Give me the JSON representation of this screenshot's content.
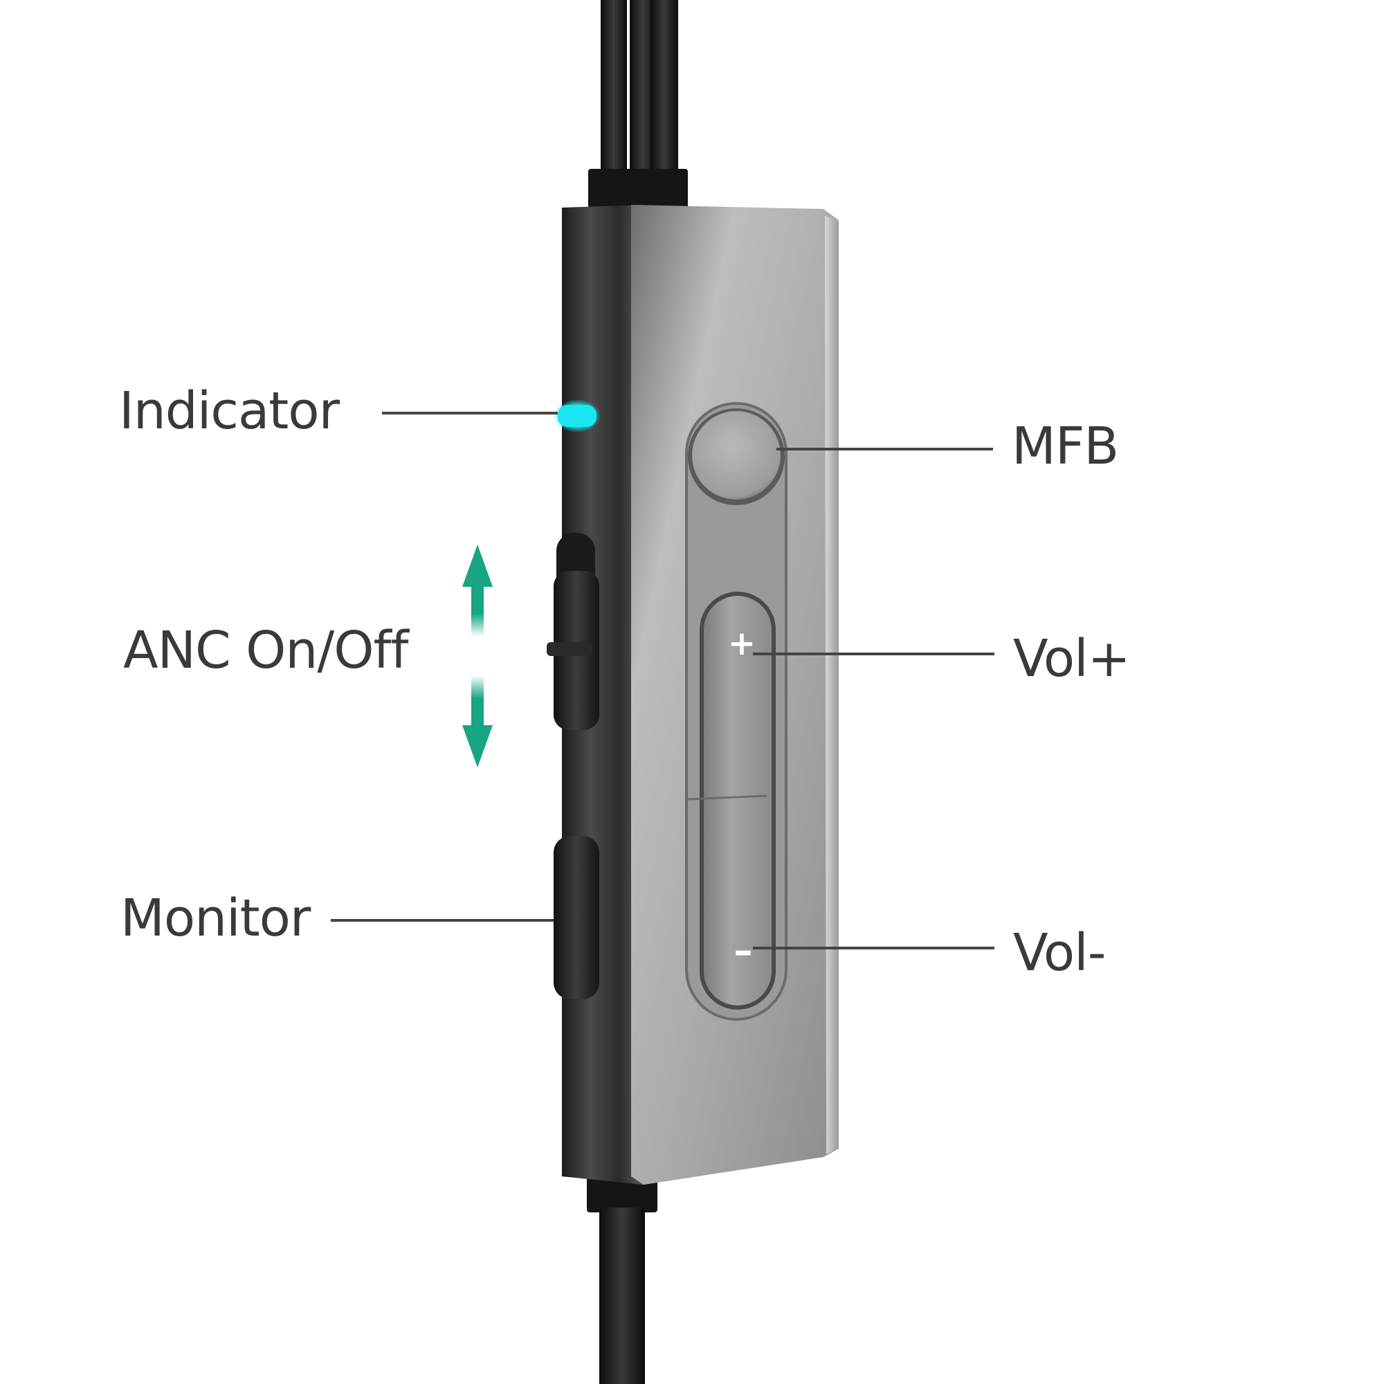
{
  "labels": {
    "indicator": "Indicator",
    "anc": "ANC On/Off",
    "monitor": "Monitor",
    "mfb": "MFB",
    "vol_up": "Vol+",
    "vol_down": "Vol-"
  },
  "button_glyphs": {
    "plus": "+",
    "minus": "–"
  },
  "colors": {
    "indicator_light": "#19e6f0",
    "arrow": "#17a584",
    "body_metal": "#a8a8a8",
    "label_text": "#3a3a3a",
    "leader_line": "#444444"
  }
}
